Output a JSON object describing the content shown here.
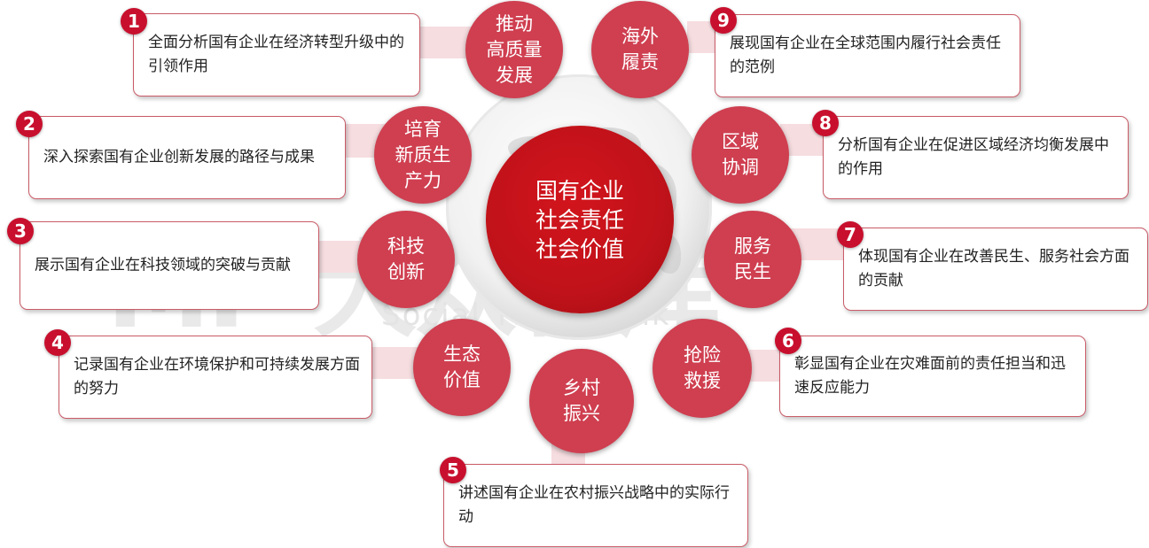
{
  "center": {
    "label": "国有企业\n社会责任\n社会价值"
  },
  "petals": [
    {
      "label": "推动\n高质量\n发展"
    },
    {
      "label": "培育\n新质生\n产力"
    },
    {
      "label": "科技\n创新"
    },
    {
      "label": "生态\n价值"
    },
    {
      "label": "乡村\n振兴"
    },
    {
      "label": "抢险\n救援"
    },
    {
      "label": "服务\n民生"
    },
    {
      "label": "区域\n协调"
    },
    {
      "label": "海外\n履责"
    }
  ],
  "items": [
    {
      "number": "1",
      "text": "全面分析国有企业在经济转型升级中的引领作用"
    },
    {
      "number": "2",
      "text": "深入探索国有企业创新发展的路径与成果"
    },
    {
      "number": "3",
      "text": "展示国有企业在科技领域的突破与贡献"
    },
    {
      "number": "4",
      "text": "记录国有企业在环境保护和可持续发展方面的努力"
    },
    {
      "number": "5",
      "text": "讲述国有企业在农村振兴战略中的实际行动"
    },
    {
      "number": "6",
      "text": "彰显国有企业在灾难面前的责任担当和迅速反应能力"
    },
    {
      "number": "7",
      "text": "体现国有企业在改善民生、服务社会方面的贡献"
    },
    {
      "number": "8",
      "text": "分析国有企业在促进区域经济均衡发展中的作用"
    },
    {
      "number": "9",
      "text": "展现国有企业在全球范围内履行社会责任的范例"
    }
  ],
  "watermark": {
    "main": "MP 大众智库",
    "sub": "Social Think Tank"
  },
  "colors": {
    "center": "#c0121a",
    "petal": "#cf3f50",
    "badge": "#c8102e",
    "border": "#c95b67",
    "connector": "#f6dde0"
  }
}
